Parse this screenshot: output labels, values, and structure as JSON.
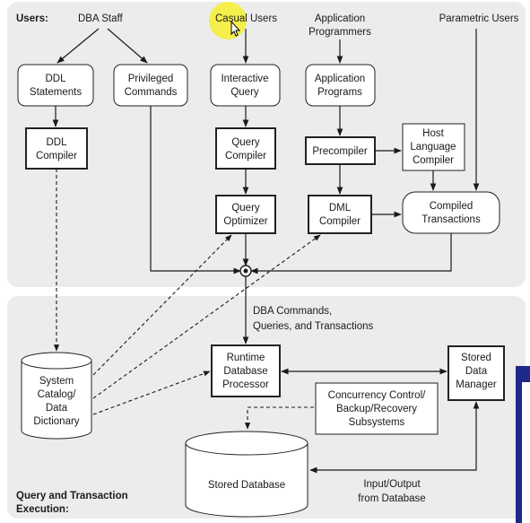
{
  "panels": {
    "users_label": "Users:",
    "execution_label_1": "Query and Transaction",
    "execution_label_2": "Execution:"
  },
  "users": {
    "dba_staff": "DBA Staff",
    "casual_users": "Casual Users",
    "app_programmers_1": "Application",
    "app_programmers_2": "Programmers",
    "parametric_users": "Parametric Users"
  },
  "boxes": {
    "ddl_statements": [
      "DDL",
      "Statements"
    ],
    "privileged_commands": [
      "Privileged",
      "Commands"
    ],
    "interactive_query": [
      "Interactive",
      "Query"
    ],
    "application_programs": [
      "Application",
      "Programs"
    ],
    "ddl_compiler": [
      "DDL",
      "Compiler"
    ],
    "query_compiler": [
      "Query",
      "Compiler"
    ],
    "precompiler": [
      "Precompiler"
    ],
    "host_language_compiler": [
      "Host",
      "Language",
      "Compiler"
    ],
    "query_optimizer": [
      "Query",
      "Optimizer"
    ],
    "dml_compiler": [
      "DML",
      "Compiler"
    ],
    "compiled_transactions": [
      "Compiled",
      "Transactions"
    ],
    "runtime_processor": [
      "Runtime",
      "Database",
      "Processor"
    ],
    "stored_data_manager": [
      "Stored",
      "Data",
      "Manager"
    ],
    "concurrency_control": [
      "Concurrency Control/",
      "Backup/Recovery",
      "Subsystems"
    ],
    "system_catalog": [
      "System",
      "Catalog/",
      "Data",
      "Dictionary"
    ],
    "stored_database": [
      "Stored Database"
    ]
  },
  "annotations": {
    "dba_commands": [
      "DBA Commands,",
      "Queries, and Transactions"
    ],
    "input_output": [
      "Input/Output",
      "from Database"
    ]
  }
}
